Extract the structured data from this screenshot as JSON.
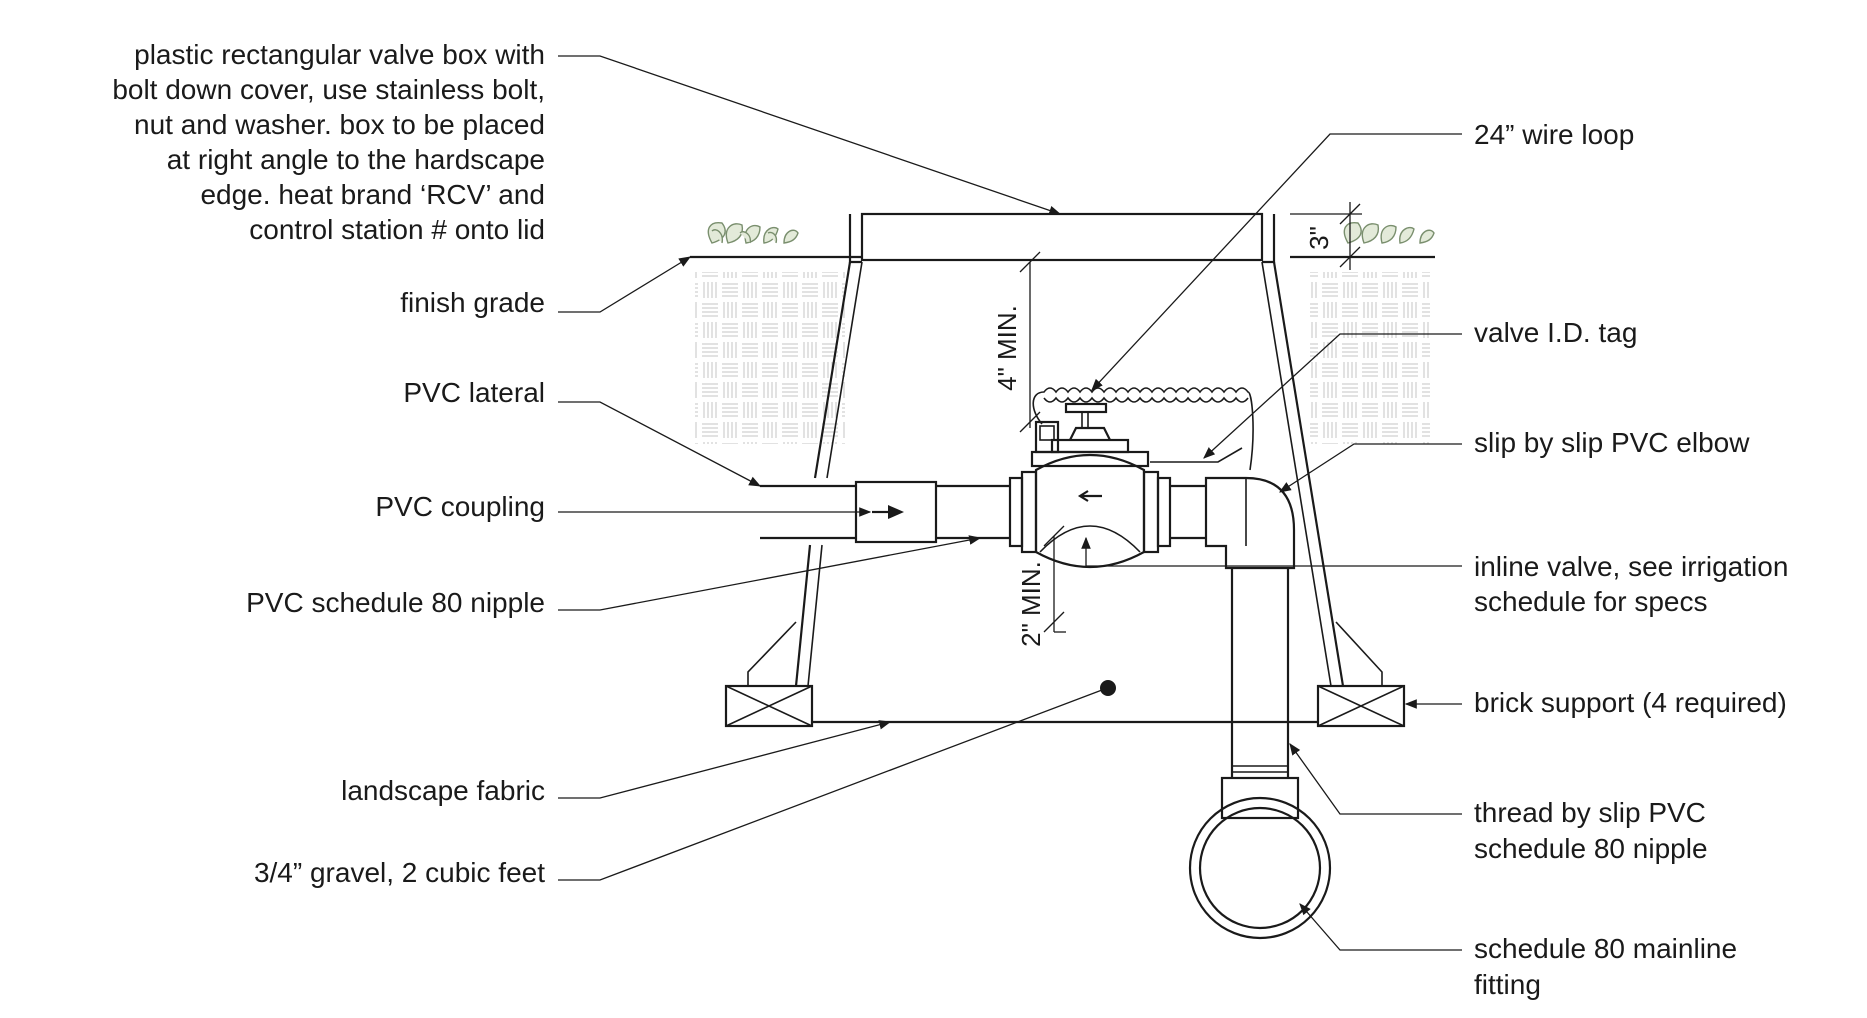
{
  "colors": {
    "line": "#1a1a1a",
    "soil_hatch": "#c4c4c4",
    "plant_stroke": "#7a8f6e",
    "plant_fill": "#e3ead9"
  },
  "labels_left": {
    "valve_box": [
      "plastic rectangular valve box with",
      "bolt down cover, use stainless bolt,",
      "nut and washer. box to be placed",
      "at right angle to the hardscape",
      "edge. heat brand ‘RCV’ and",
      "control station # onto lid"
    ],
    "finish_grade": "finish grade",
    "pvc_lateral": "PVC lateral",
    "pvc_coupling": "PVC coupling",
    "pvc_nipple": "PVC schedule 80 nipple",
    "landscape_fabric": "landscape fabric",
    "gravel": "3/4” gravel, 2 cubic feet"
  },
  "labels_right": {
    "wire_loop": "24” wire loop",
    "valve_tag": "valve I.D. tag",
    "elbow": "slip by slip PVC elbow",
    "inline_valve": [
      "inline valve, see irrigation",
      "schedule for specs"
    ],
    "brick_support": "brick support (4 required)",
    "thread_nipple": [
      "thread by slip PVC",
      "schedule 80 nipple"
    ],
    "mainline_fitting": [
      "schedule 80 mainline",
      "fitting"
    ]
  },
  "dimensions": {
    "lid_height": "3\"",
    "clearance_top": "4\" MIN.",
    "clearance_bottom": "2\" MIN."
  }
}
